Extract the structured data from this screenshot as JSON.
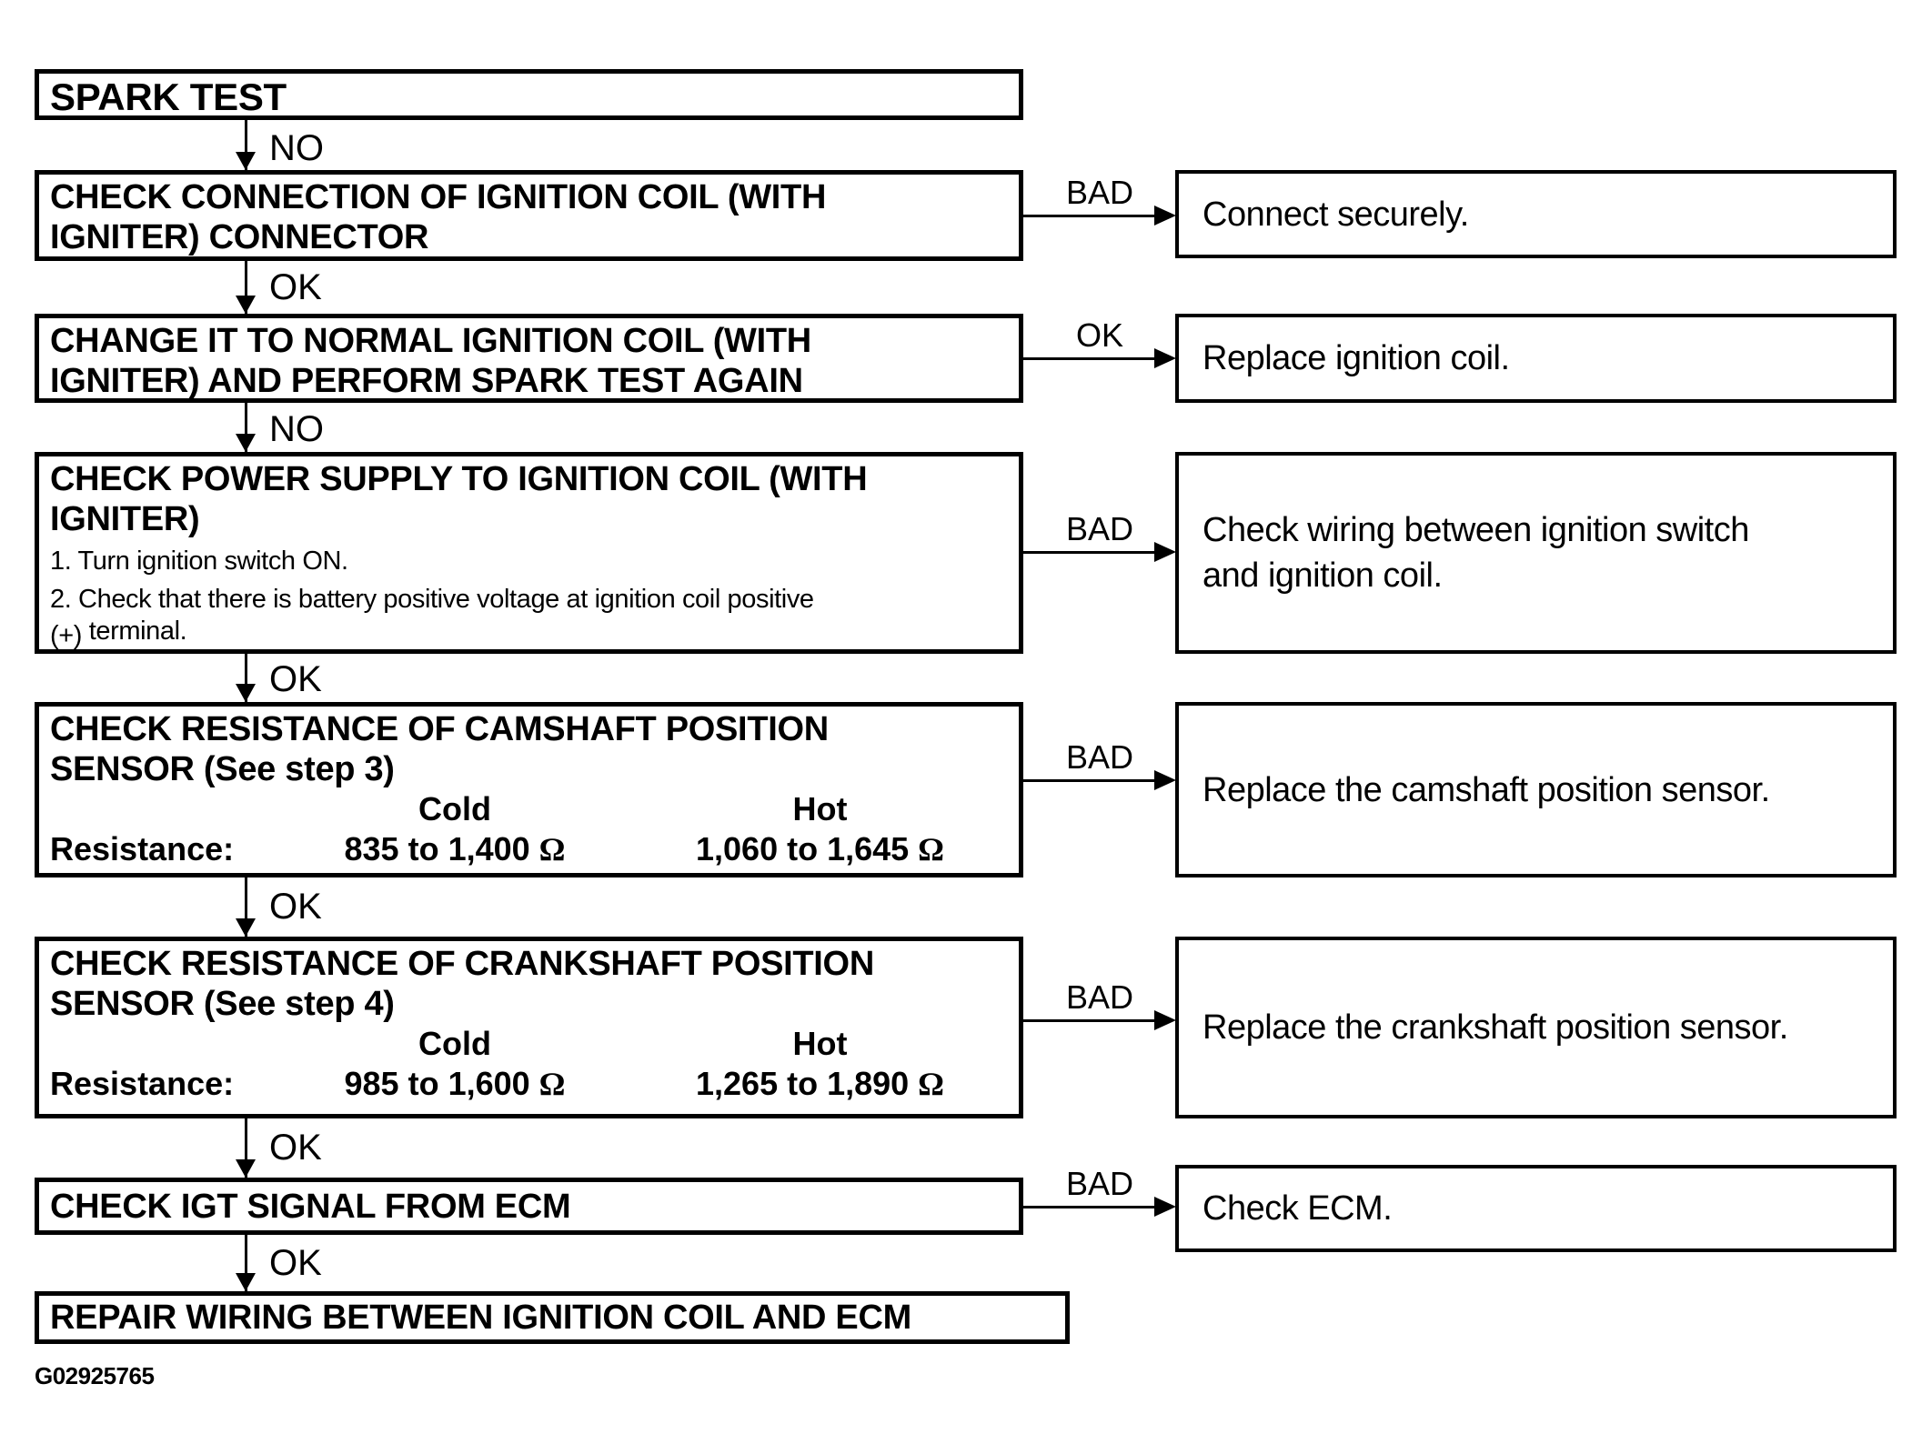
{
  "flow": {
    "nodes": [
      {
        "title_lines": [
          "SPARK TEST"
        ]
      },
      {
        "incoming_label": "NO",
        "title_lines": [
          "CHECK CONNECTION OF IGNITION COIL (WITH",
          "IGNITER) CONNECTOR"
        ],
        "branch_label": "BAD",
        "branch_action_lines": [
          "Connect securely."
        ]
      },
      {
        "incoming_label": "OK",
        "title_lines": [
          "CHANGE IT TO NORMAL IGNITION COIL (WITH",
          "IGNITER) AND PERFORM SPARK TEST AGAIN"
        ],
        "branch_label": "OK",
        "branch_action_lines": [
          "Replace ignition coil."
        ]
      },
      {
        "incoming_label": "NO",
        "title_lines": [
          "CHECK POWER SUPPLY TO IGNITION COIL (WITH",
          "IGNITER)"
        ],
        "detail_lines": [
          "1. Turn ignition switch ON.",
          "2. Check that there is battery positive voltage at ignition coil positive"
        ],
        "detail_symbol": "(+)",
        "detail_tail": "terminal.",
        "branch_label": "BAD",
        "branch_action_lines": [
          "Check wiring between ignition switch",
          "and ignition coil."
        ]
      },
      {
        "incoming_label": "OK",
        "title_lines": [
          "CHECK RESISTANCE OF CAMSHAFT POSITION",
          "SENSOR (See step 3)"
        ],
        "resistance": {
          "cold_header": "Cold",
          "hot_header": "Hot",
          "row_label": "Resistance:",
          "cold_value": "835 to 1,400",
          "hot_value": "1,060 to 1,645",
          "unit": "Ω"
        },
        "branch_label": "BAD",
        "branch_action_lines": [
          "Replace the camshaft position sensor."
        ]
      },
      {
        "incoming_label": "OK",
        "title_lines": [
          "CHECK RESISTANCE OF CRANKSHAFT POSITION",
          "SENSOR (See step 4)"
        ],
        "resistance": {
          "cold_header": "Cold",
          "hot_header": "Hot",
          "row_label": "Resistance:",
          "cold_value": "985 to 1,600",
          "hot_value": "1,265 to 1,890",
          "unit": "Ω"
        },
        "branch_label": "BAD",
        "branch_action_lines": [
          "Replace the crankshaft position sensor."
        ]
      },
      {
        "incoming_label": "OK",
        "title_lines": [
          "CHECK IGT SIGNAL FROM ECM"
        ],
        "branch_label": "BAD",
        "branch_action_lines": [
          "Check ECM."
        ]
      },
      {
        "incoming_label": "OK",
        "title_lines": [
          "REPAIR WIRING BETWEEN IGNITION COIL AND ECM"
        ]
      }
    ],
    "figure_label": "G02925765"
  },
  "colors": {
    "line": "#000000",
    "background": "#ffffff",
    "text": "#000000"
  }
}
